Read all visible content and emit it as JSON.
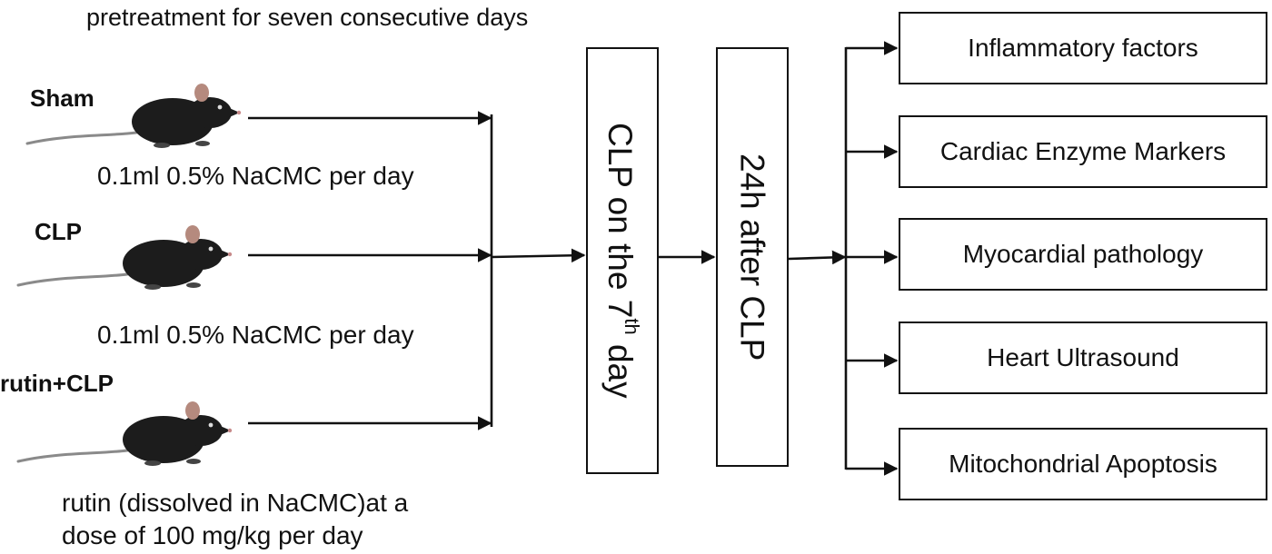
{
  "title": "pretreatment for seven consecutive days",
  "groups": [
    {
      "label": "Sham",
      "dose": "0.1ml 0.5% NaCMC per day"
    },
    {
      "label": "CLP",
      "dose": "0.1ml 0.5% NaCMC  per day"
    },
    {
      "label": "rutin+CLP",
      "dose_line1": "rutin (dissolved in NaCMC)at a",
      "dose_line2": "dose of 100 mg/kg per day"
    }
  ],
  "steps": {
    "surgery": {
      "text": "CLP on the 7",
      "superscript": "th",
      "suffix": " day"
    },
    "timepoint": "24h after CLP"
  },
  "outcomes": [
    "Inflammatory factors",
    "Cardiac Enzyme Markers",
    "Myocardial pathology",
    "Heart Ultrasound",
    "Mitochondrial Apoptosis"
  ],
  "icons": [
    "mouse-icon"
  ],
  "colors": {
    "line": "#111111",
    "mouse": "#1c1c1c",
    "ear": "#b58a7e"
  }
}
